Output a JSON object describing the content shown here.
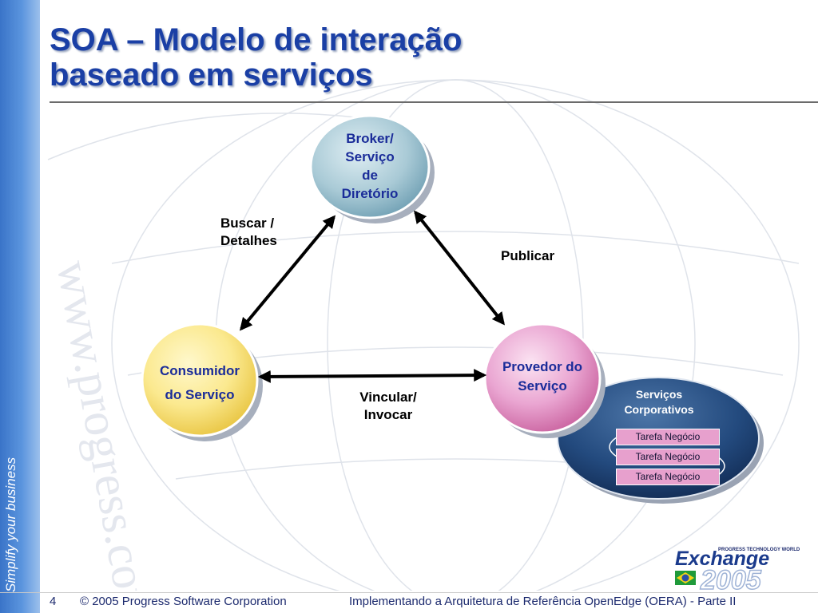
{
  "sidebar": {
    "slogan": "Simplify your business"
  },
  "slide": {
    "title_line1": "SOA – Modelo de interação",
    "title_line2": "baseado em serviços"
  },
  "diagram": {
    "nodes": {
      "broker": {
        "label": [
          "Broker/",
          "Serviço",
          "de",
          "Diretório"
        ]
      },
      "consumer": {
        "label": [
          "Consumidor",
          "do Serviço"
        ]
      },
      "provider": {
        "label": [
          "Provedor do",
          "Serviço"
        ]
      },
      "corporate": {
        "label": [
          "Serviços",
          "Corporativos"
        ]
      }
    },
    "edges": {
      "search": [
        "Buscar /",
        "Detalhes"
      ],
      "publish": "Publicar",
      "bind": [
        "Vincular/",
        "Invocar"
      ]
    },
    "tasks": [
      "Tarefa Negócio",
      "Tarefa Negócio",
      "Tarefa Negócio"
    ],
    "colors": {
      "broker": "#8fb8c8",
      "consumer": "#f8e27a",
      "provider": "#e08ec4",
      "corporate": "#1f4478",
      "title": "#1a3fa5"
    }
  },
  "footer": {
    "page_number": "4",
    "copyright": "© 2005 Progress Software Corporation",
    "presentation": "Implementando a Arquitetura de Referência OpenEdge (OERA) - Parte II"
  },
  "logo": {
    "brand": "Exchange",
    "year": "2005",
    "tagline": "PROGRESS TECHNOLOGY WORLD"
  }
}
